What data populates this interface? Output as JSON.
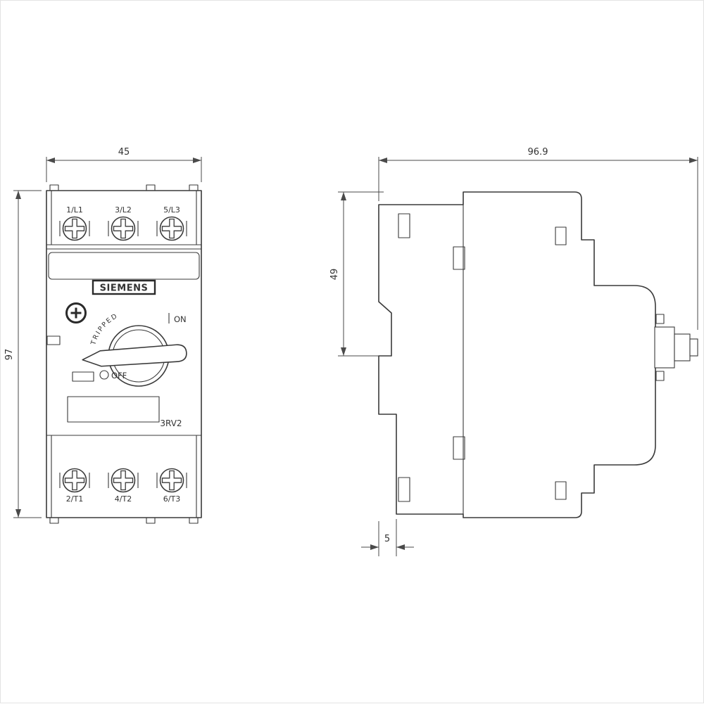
{
  "front_view": {
    "dim_width": "45",
    "dim_height": "97",
    "terminals_top": [
      "1/L1",
      "3/L2",
      "5/L3"
    ],
    "terminals_bottom": [
      "2/T1",
      "4/T2",
      "6/T3"
    ],
    "brand": "SIEMENS",
    "model": "3RV2",
    "knob": {
      "tripped": "TRIPPED",
      "on": "ON",
      "off": "OFF"
    }
  },
  "side_view": {
    "dim_depth": "96.9",
    "dim_height_partial": "49",
    "dim_offset": "5"
  },
  "colors": {
    "line": "#3a3a3a",
    "dimension": "#4a4a4a",
    "background": "#ffffff"
  }
}
